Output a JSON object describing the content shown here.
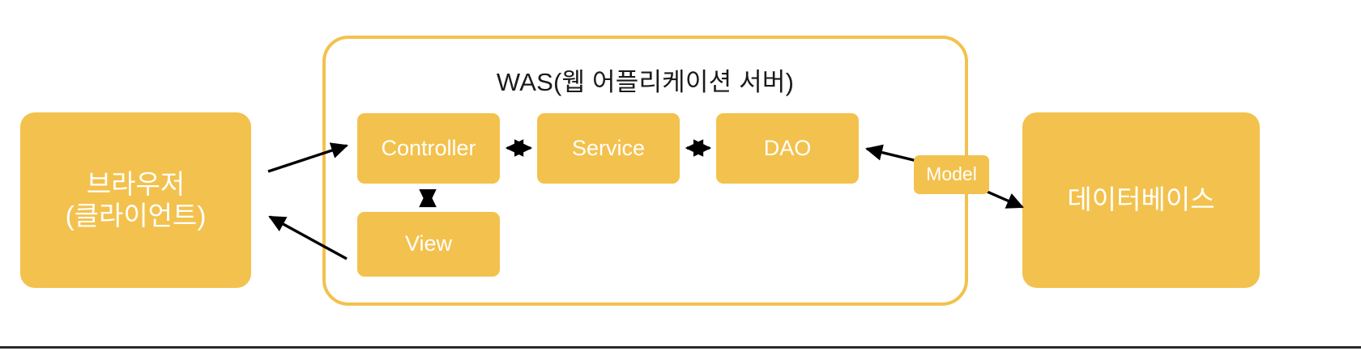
{
  "diagram": {
    "title": "WAS(웹 어플리케이션 서버)",
    "colors": {
      "box_fill": "#f3c14d",
      "box_text": "#ffffff",
      "container_border": "#f3c14d",
      "title_text": "#1a1a1a",
      "arrow": "#000000",
      "background": "#ffffff",
      "rule": "#2b2b2b"
    },
    "nodes": {
      "browser": "브라우저\n(클라이언트)",
      "database": "데이터베이스",
      "controller": "Controller",
      "service": "Service",
      "dao": "DAO",
      "view": "View",
      "model": "Model"
    },
    "connections": [
      {
        "name": "browser-to-controller",
        "from": "브라우저(클라이언트)",
        "to": "Controller",
        "direction": "one-way"
      },
      {
        "name": "view-to-browser",
        "from": "View",
        "to": "브라우저(클라이언트)",
        "direction": "one-way"
      },
      {
        "name": "controller-service",
        "from": "Controller",
        "to": "Service",
        "direction": "two-way"
      },
      {
        "name": "service-dao",
        "from": "Service",
        "to": "DAO",
        "direction": "two-way"
      },
      {
        "name": "controller-view",
        "from": "Controller",
        "to": "View",
        "direction": "two-way"
      },
      {
        "name": "model-to-dao",
        "from": "Model",
        "to": "DAO",
        "direction": "one-way"
      },
      {
        "name": "model-to-database",
        "from": "Model",
        "to": "데이터베이스",
        "direction": "one-way"
      }
    ]
  }
}
